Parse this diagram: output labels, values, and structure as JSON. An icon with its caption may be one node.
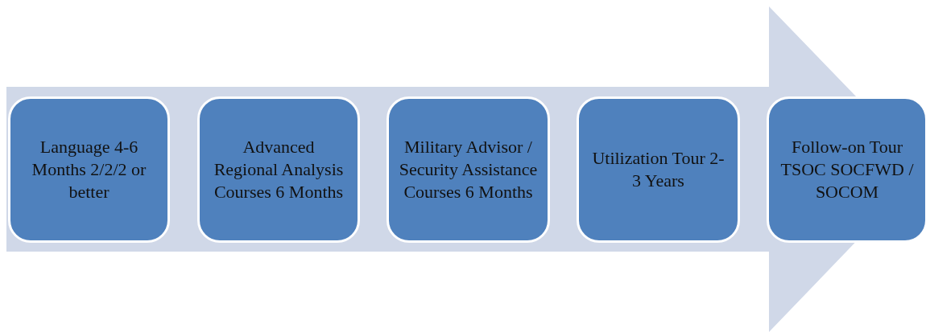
{
  "diagram": {
    "nodes": [
      {
        "text": [
          "Language 4-6 Months 2/2/2 or better"
        ]
      },
      {
        "text": [
          "Advanced Regional Analysis Courses 6 Months"
        ]
      },
      {
        "text": [
          "Military Advisor / Security Assistance Courses 6 Months"
        ]
      },
      {
        "text": [
          "Utilization Tour 2-3 Years"
        ]
      },
      {
        "text": [
          "Follow-on Tour TSOC SOCFWD / SOCOM"
        ]
      }
    ]
  }
}
